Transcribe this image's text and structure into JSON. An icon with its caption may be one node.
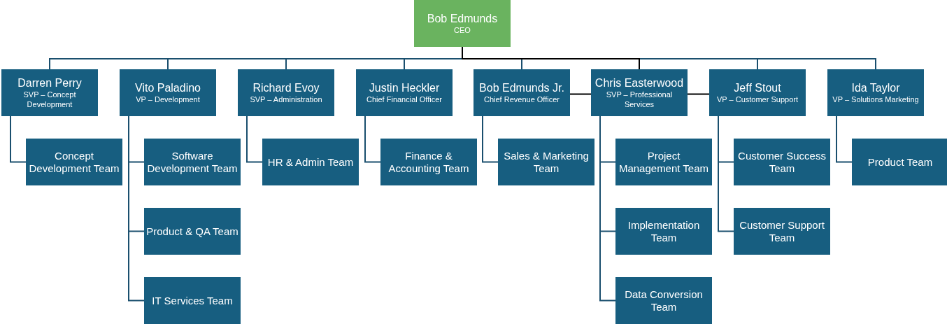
{
  "diagram": {
    "nodes": [
      {
        "text": [
          "Bob Edmunds",
          "CEO"
        ]
      },
      {
        "text": [
          "Darren Perry",
          "SVP – Concept Development"
        ]
      },
      {
        "text": [
          "Vito Paladino",
          "VP – Development"
        ]
      },
      {
        "text": [
          "Richard Evoy",
          "SVP – Administration"
        ]
      },
      {
        "text": [
          "Justin Heckler",
          "Chief Financial Officer"
        ]
      },
      {
        "text": [
          "Bob Edmunds Jr.",
          "Chief Revenue Officer"
        ]
      },
      {
        "text": [
          "Chris Easterwood",
          "SVP – Professional Services"
        ]
      },
      {
        "text": [
          "Jeff Stout",
          "VP – Customer Support"
        ]
      },
      {
        "text": [
          "Ida Taylor",
          "VP – Solutions Marketing"
        ]
      },
      {
        "text": [
          "Concept Development Team"
        ]
      },
      {
        "text": [
          "Software Development Team"
        ]
      },
      {
        "text": [
          "Product & QA Team"
        ]
      },
      {
        "text": [
          "IT Services Team"
        ]
      },
      {
        "text": [
          "HR & Admin Team"
        ]
      },
      {
        "text": [
          "Finance & Accounting Team"
        ]
      },
      {
        "text": [
          "Sales & Marketing Team"
        ]
      },
      {
        "text": [
          "Project Management Team"
        ]
      },
      {
        "text": [
          "Implementation Team"
        ]
      },
      {
        "text": [
          "Data Conversion Team"
        ]
      },
      {
        "text": [
          "Customer Success Team"
        ]
      },
      {
        "text": [
          "Customer Support Team"
        ]
      },
      {
        "text": [
          "Product Team"
        ]
      }
    ],
    "edges": [
      {
        "from": 0,
        "to": 1,
        "arrow": "none"
      },
      {
        "from": 0,
        "to": 2,
        "arrow": "none"
      },
      {
        "from": 0,
        "to": 3,
        "arrow": "none"
      },
      {
        "from": 0,
        "to": 4,
        "arrow": "none"
      },
      {
        "from": 0,
        "to": 5,
        "arrow": "none"
      },
      {
        "from": 0,
        "to": 7,
        "arrow": "none"
      },
      {
        "from": 0,
        "to": 8,
        "arrow": "none"
      },
      {
        "from": 0,
        "to": 6,
        "arrow": "none",
        "color": "#000000"
      },
      {
        "from": 5,
        "to": 6,
        "arrow": "none",
        "color": "#000000"
      },
      {
        "from": 6,
        "to": 7,
        "arrow": "none",
        "color": "#000000"
      },
      {
        "from": 1,
        "to": 9,
        "arrow": "none"
      },
      {
        "from": 2,
        "to": 10,
        "arrow": "none"
      },
      {
        "from": 2,
        "to": 11,
        "arrow": "none"
      },
      {
        "from": 2,
        "to": 12,
        "arrow": "none"
      },
      {
        "from": 3,
        "to": 13,
        "arrow": "none"
      },
      {
        "from": 4,
        "to": 14,
        "arrow": "none"
      },
      {
        "from": 5,
        "to": 15,
        "arrow": "none"
      },
      {
        "from": 6,
        "to": 16,
        "arrow": "none"
      },
      {
        "from": 6,
        "to": 17,
        "arrow": "none"
      },
      {
        "from": 6,
        "to": 18,
        "arrow": "none"
      },
      {
        "from": 7,
        "to": 19,
        "arrow": "none"
      },
      {
        "from": 7,
        "to": 20,
        "arrow": "none"
      },
      {
        "from": 8,
        "to": 21,
        "arrow": "none"
      }
    ]
  }
}
